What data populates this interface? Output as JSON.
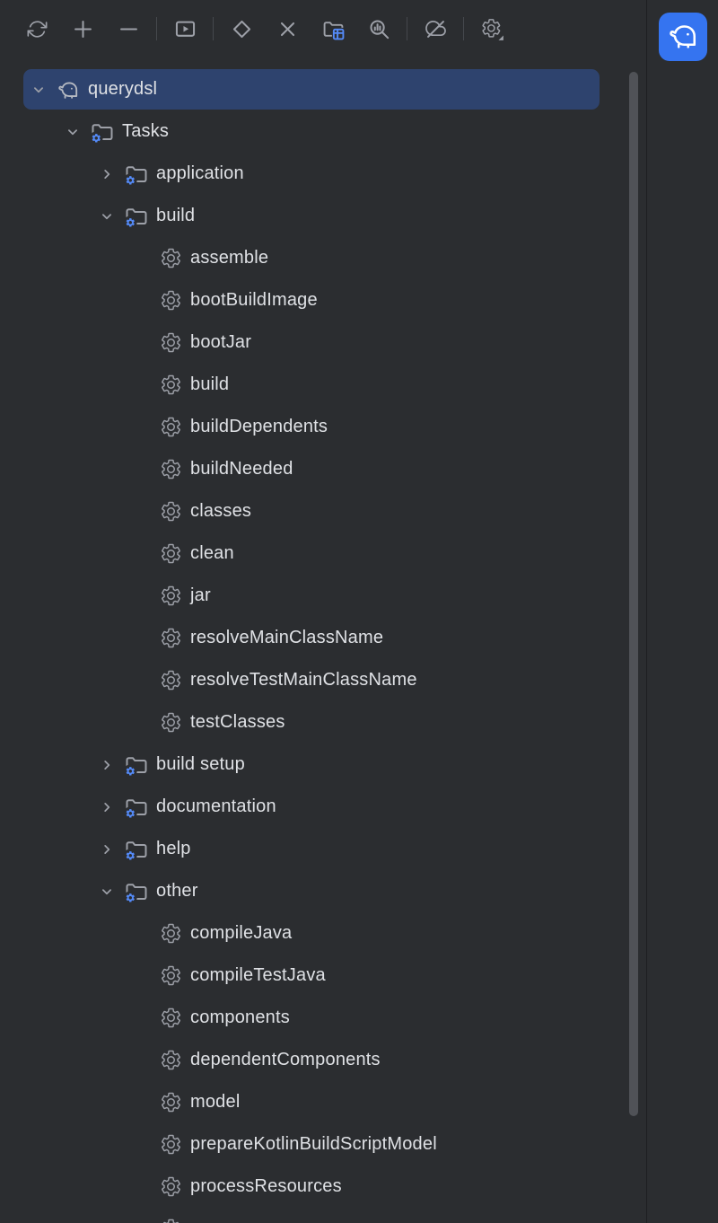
{
  "colors": {
    "panel_bg": "#2b2d30",
    "selection_bg": "#2e436e",
    "text": "#dfe1e5",
    "icon_gray": "#9da0a8",
    "icon_blue": "#548af7",
    "accent_blue": "#3574f0"
  },
  "toolbar": {
    "icons": [
      "sync-icon",
      "plus-icon",
      "minus-icon",
      "monitor-play-icon",
      "diamond-icon",
      "close-icon",
      "folder-table-icon",
      "magnifier-chart-icon",
      "cloud-off-icon",
      "gear-dropdown-icon"
    ]
  },
  "stripe": {
    "gradle_button_icon": "gradle-elephant-icon"
  },
  "tree": {
    "items": [
      {
        "label": "querydsl",
        "level": 0,
        "icon": "gradle",
        "expander": "expanded",
        "selected": true
      },
      {
        "label": "Tasks",
        "level": 1,
        "icon": "task-folder",
        "expander": "expanded"
      },
      {
        "label": "application",
        "level": 2,
        "icon": "task-folder",
        "expander": "collapsed"
      },
      {
        "label": "build",
        "level": 2,
        "icon": "task-folder",
        "expander": "expanded"
      },
      {
        "label": "assemble",
        "level": 3,
        "icon": "task"
      },
      {
        "label": "bootBuildImage",
        "level": 3,
        "icon": "task"
      },
      {
        "label": "bootJar",
        "level": 3,
        "icon": "task"
      },
      {
        "label": "build",
        "level": 3,
        "icon": "task"
      },
      {
        "label": "buildDependents",
        "level": 3,
        "icon": "task"
      },
      {
        "label": "buildNeeded",
        "level": 3,
        "icon": "task"
      },
      {
        "label": "classes",
        "level": 3,
        "icon": "task"
      },
      {
        "label": "clean",
        "level": 3,
        "icon": "task"
      },
      {
        "label": "jar",
        "level": 3,
        "icon": "task"
      },
      {
        "label": "resolveMainClassName",
        "level": 3,
        "icon": "task"
      },
      {
        "label": "resolveTestMainClassName",
        "level": 3,
        "icon": "task"
      },
      {
        "label": "testClasses",
        "level": 3,
        "icon": "task"
      },
      {
        "label": "build setup",
        "level": 2,
        "icon": "task-folder",
        "expander": "collapsed"
      },
      {
        "label": "documentation",
        "level": 2,
        "icon": "task-folder",
        "expander": "collapsed"
      },
      {
        "label": "help",
        "level": 2,
        "icon": "task-folder",
        "expander": "collapsed"
      },
      {
        "label": "other",
        "level": 2,
        "icon": "task-folder",
        "expander": "expanded"
      },
      {
        "label": "compileJava",
        "level": 3,
        "icon": "task"
      },
      {
        "label": "compileTestJava",
        "level": 3,
        "icon": "task"
      },
      {
        "label": "components",
        "level": 3,
        "icon": "task"
      },
      {
        "label": "dependentComponents",
        "level": 3,
        "icon": "task"
      },
      {
        "label": "model",
        "level": 3,
        "icon": "task"
      },
      {
        "label": "prepareKotlinBuildScriptModel",
        "level": 3,
        "icon": "task"
      },
      {
        "label": "processResources",
        "level": 3,
        "icon": "task"
      },
      {
        "label": "",
        "level": 3,
        "icon": "task"
      }
    ]
  }
}
